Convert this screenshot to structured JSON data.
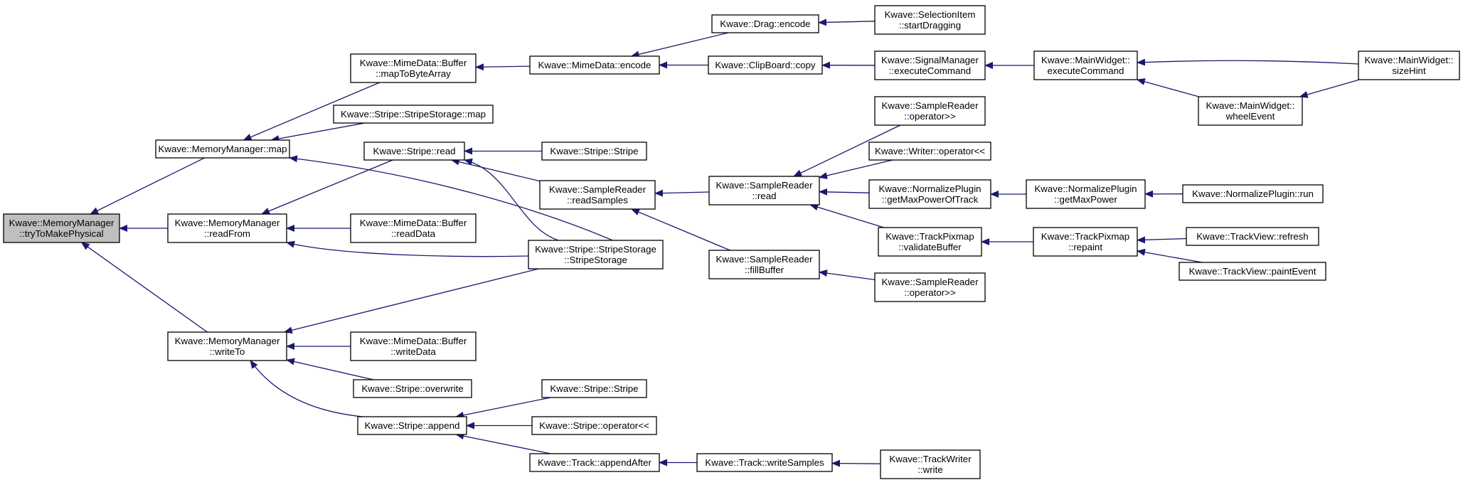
{
  "graph": {
    "edge_color": "#191970",
    "root_fill": "#bfbfbf",
    "nodes": [
      {
        "id": "n0",
        "lines": [
          "Kwave::MemoryManager",
          "::tryToMakePhysical"
        ],
        "root": true
      },
      {
        "id": "n1",
        "lines": [
          "Kwave::MemoryManager::map"
        ]
      },
      {
        "id": "n2",
        "lines": [
          "Kwave::MemoryManager",
          "::readFrom"
        ]
      },
      {
        "id": "n3",
        "lines": [
          "Kwave::MemoryManager",
          "::writeTo"
        ]
      },
      {
        "id": "n4",
        "lines": [
          "Kwave::MimeData::Buffer",
          "::mapToByteArray"
        ]
      },
      {
        "id": "n5",
        "lines": [
          "Kwave::Stripe::StripeStorage::map"
        ]
      },
      {
        "id": "n6",
        "lines": [
          "Kwave::Stripe::read"
        ]
      },
      {
        "id": "n7",
        "lines": [
          "Kwave::MimeData::Buffer",
          "::readData"
        ]
      },
      {
        "id": "n8",
        "lines": [
          "Kwave::Stripe::StripeStorage",
          "::StripeStorage"
        ]
      },
      {
        "id": "n9",
        "lines": [
          "Kwave::MimeData::Buffer",
          "::writeData"
        ]
      },
      {
        "id": "n10",
        "lines": [
          "Kwave::Stripe::overwrite"
        ]
      },
      {
        "id": "n11",
        "lines": [
          "Kwave::Stripe::append"
        ]
      },
      {
        "id": "n12",
        "lines": [
          "Kwave::MimeData::encode"
        ]
      },
      {
        "id": "n13",
        "lines": [
          "Kwave::Stripe::Stripe"
        ]
      },
      {
        "id": "n14",
        "lines": [
          "Kwave::SampleReader",
          "::readSamples"
        ]
      },
      {
        "id": "n15",
        "lines": [
          "Kwave::Stripe::Stripe"
        ]
      },
      {
        "id": "n16",
        "lines": [
          "Kwave::Stripe::operator<<"
        ]
      },
      {
        "id": "n17",
        "lines": [
          "Kwave::Track::appendAfter"
        ]
      },
      {
        "id": "n18",
        "lines": [
          "Kwave::Drag::encode"
        ]
      },
      {
        "id": "n19",
        "lines": [
          "Kwave::ClipBoard::copy"
        ]
      },
      {
        "id": "n20",
        "lines": [
          "Kwave::SampleReader",
          "::read"
        ]
      },
      {
        "id": "n21",
        "lines": [
          "Kwave::SampleReader",
          "::fillBuffer"
        ]
      },
      {
        "id": "n22",
        "lines": [
          "Kwave::Track::writeSamples"
        ]
      },
      {
        "id": "n23",
        "lines": [
          "Kwave::SelectionItem",
          "::startDragging"
        ]
      },
      {
        "id": "n24",
        "lines": [
          "Kwave::SignalManager",
          "::executeCommand"
        ]
      },
      {
        "id": "n25",
        "lines": [
          "Kwave::SampleReader",
          "::operator>>"
        ]
      },
      {
        "id": "n26",
        "lines": [
          "Kwave::Writer::operator<<"
        ]
      },
      {
        "id": "n27",
        "lines": [
          "Kwave::NormalizePlugin",
          "::getMaxPowerOfTrack"
        ]
      },
      {
        "id": "n28",
        "lines": [
          "Kwave::TrackPixmap",
          "::validateBuffer"
        ]
      },
      {
        "id": "n29",
        "lines": [
          "Kwave::SampleReader",
          "::operator>>"
        ]
      },
      {
        "id": "n30",
        "lines": [
          "Kwave::TrackWriter",
          "::write"
        ]
      },
      {
        "id": "n31",
        "lines": [
          "Kwave::MainWidget::",
          "executeCommand"
        ]
      },
      {
        "id": "n32",
        "lines": [
          "Kwave::NormalizePlugin",
          "::getMaxPower"
        ]
      },
      {
        "id": "n33",
        "lines": [
          "Kwave::TrackPixmap",
          "::repaint"
        ]
      },
      {
        "id": "n34",
        "lines": [
          "Kwave::MainWidget::",
          "wheelEvent"
        ]
      },
      {
        "id": "n35",
        "lines": [
          "Kwave::MainWidget::",
          "sizeHint"
        ]
      },
      {
        "id": "n36",
        "lines": [
          "Kwave::NormalizePlugin::run"
        ]
      },
      {
        "id": "n37",
        "lines": [
          "Kwave::TrackView::refresh"
        ]
      },
      {
        "id": "n38",
        "lines": [
          "Kwave::TrackView::paintEvent"
        ]
      }
    ],
    "edges": [
      [
        "n0",
        "n1"
      ],
      [
        "n0",
        "n2"
      ],
      [
        "n0",
        "n3"
      ],
      [
        "n1",
        "n4"
      ],
      [
        "n1",
        "n5"
      ],
      [
        "n1",
        "n8"
      ],
      [
        "n2",
        "n6"
      ],
      [
        "n2",
        "n7"
      ],
      [
        "n2",
        "n8"
      ],
      [
        "n3",
        "n8"
      ],
      [
        "n3",
        "n9"
      ],
      [
        "n3",
        "n10"
      ],
      [
        "n3",
        "n11"
      ],
      [
        "n4",
        "n12"
      ],
      [
        "n6",
        "n13"
      ],
      [
        "n6",
        "n14"
      ],
      [
        "n6",
        "n8"
      ],
      [
        "n11",
        "n15"
      ],
      [
        "n11",
        "n16"
      ],
      [
        "n11",
        "n17"
      ],
      [
        "n12",
        "n18"
      ],
      [
        "n12",
        "n19"
      ],
      [
        "n14",
        "n20"
      ],
      [
        "n14",
        "n21"
      ],
      [
        "n17",
        "n22"
      ],
      [
        "n18",
        "n23"
      ],
      [
        "n19",
        "n24"
      ],
      [
        "n20",
        "n25"
      ],
      [
        "n20",
        "n26"
      ],
      [
        "n20",
        "n27"
      ],
      [
        "n20",
        "n28"
      ],
      [
        "n21",
        "n29"
      ],
      [
        "n22",
        "n30"
      ],
      [
        "n24",
        "n31"
      ],
      [
        "n27",
        "n32"
      ],
      [
        "n28",
        "n33"
      ],
      [
        "n31",
        "n34"
      ],
      [
        "n31",
        "n35"
      ],
      [
        "n32",
        "n36"
      ],
      [
        "n33",
        "n37"
      ],
      [
        "n33",
        "n38"
      ],
      [
        "n34",
        "n35"
      ]
    ]
  }
}
